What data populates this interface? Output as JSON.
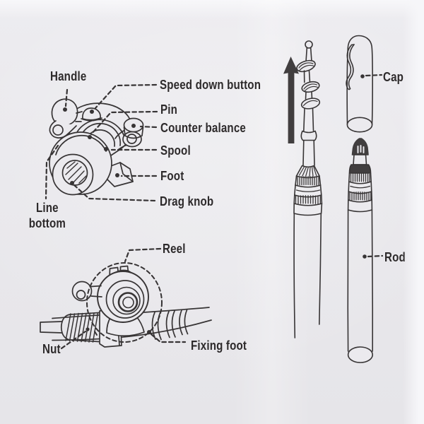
{
  "colors": {
    "paper": "#ebeaee",
    "ink": "#373435",
    "text": "#2d2a2b",
    "dark_fill": "#413e3f"
  },
  "reel_parts_diagram": {
    "labels": {
      "handle": "Handle",
      "speed_down_button": "Speed down button",
      "pin": "Pin",
      "counter_balance": "Counter balance",
      "spool": "Spool",
      "foot": "Foot",
      "drag_knob": "Drag knob",
      "line_bottom": "Line bottom"
    }
  },
  "mounted_reel_diagram": {
    "labels": {
      "reel": "Reel",
      "nut": "Nut",
      "fixing_foot": "Fixing foot"
    }
  },
  "pen_rod_diagram": {
    "labels": {
      "cap": "Cap",
      "rod": "Rod"
    },
    "icons": {
      "direction_arrow": "up-arrow-icon"
    }
  }
}
